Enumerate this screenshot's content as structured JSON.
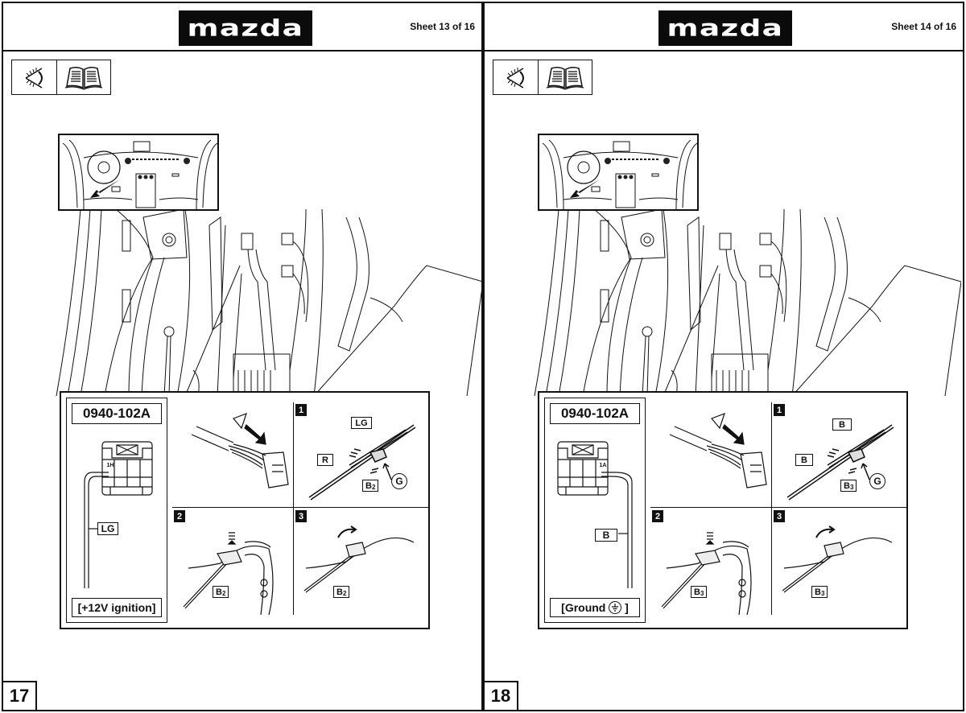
{
  "document": "Mazda accessory installation instructions",
  "sheets": [
    {
      "brand_logo": "mazda",
      "sheet_label": "Sheet 13 of 16",
      "icons": [
        "inspect-eye-icon",
        "manual-book-icon"
      ],
      "part_number": "0940-102A",
      "connector_pin": "1H",
      "wire_color": "LG",
      "function_label": "[+12V ignition]",
      "steps": [
        {
          "number": "1",
          "labels": {
            "target_wire": "LG",
            "splice_wire": "R",
            "harness_wire": "B",
            "harness_sub": "2",
            "connector": "G"
          }
        },
        {
          "number": "2",
          "labels": {
            "harness_wire": "B",
            "harness_sub": "2"
          }
        },
        {
          "number": "3",
          "labels": {
            "harness_wire": "B",
            "harness_sub": "2"
          }
        }
      ],
      "page_number": "17"
    },
    {
      "brand_logo": "mazda",
      "sheet_label": "Sheet 14 of 16",
      "icons": [
        "inspect-eye-icon",
        "manual-book-icon"
      ],
      "part_number": "0940-102A",
      "connector_pin": "1A",
      "wire_color": "B",
      "function_label": "[Ground ⏚]",
      "function_text": "[Ground",
      "function_symbol": "⏚",
      "function_close": "]",
      "steps": [
        {
          "number": "1",
          "labels": {
            "target_wire": "B",
            "splice_wire": "B",
            "harness_wire": "B",
            "harness_sub": "3",
            "connector": "G"
          }
        },
        {
          "number": "2",
          "labels": {
            "harness_wire": "B",
            "harness_sub": "3"
          }
        },
        {
          "number": "3",
          "labels": {
            "harness_wire": "B",
            "harness_sub": "3"
          }
        }
      ],
      "page_number": "18"
    }
  ]
}
